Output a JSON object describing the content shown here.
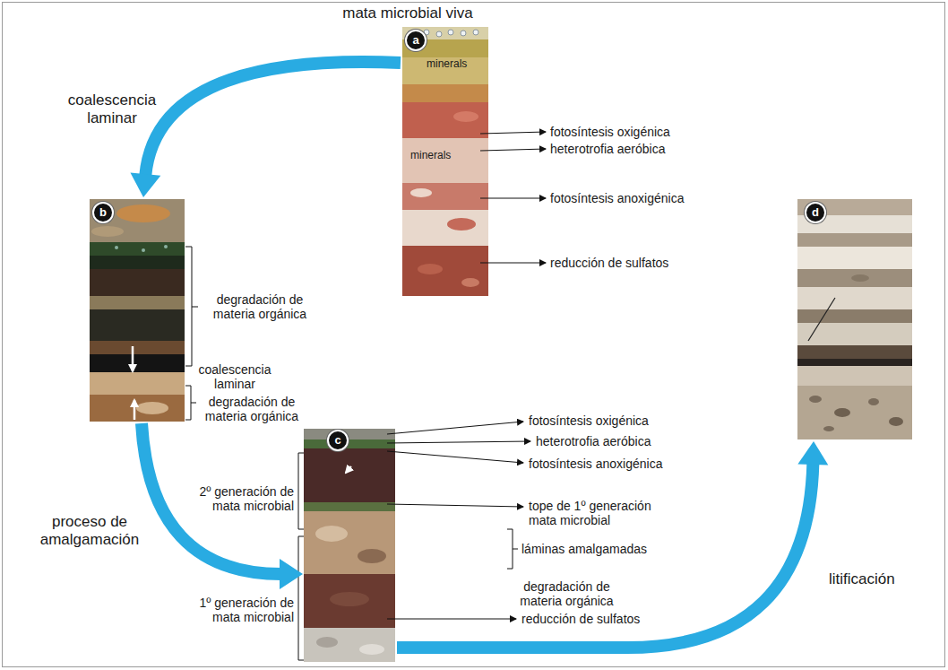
{
  "diagram": {
    "nodes": [
      {
        "text": [
          "a"
        ]
      },
      {
        "text": [
          "b"
        ]
      },
      {
        "text": [
          "c"
        ]
      },
      {
        "text": [
          "d"
        ]
      }
    ],
    "edges": [
      {
        "from": 0,
        "to": 1,
        "arrow": "to",
        "label": "coalescencia laminar"
      },
      {
        "from": 1,
        "to": 2,
        "arrow": "to",
        "label": "proceso de amalgamación"
      },
      {
        "from": 2,
        "to": 3,
        "arrow": "to",
        "label": "litificación"
      }
    ],
    "labels": [
      "mata microbial viva",
      "fotosíntesis oxigénica",
      "heterotrofia aeróbica",
      "fotosíntesis anoxigénica",
      "reducción de sulfatos",
      "minerals",
      "minerals",
      "degradación de materia orgánica",
      "coalescencia laminar",
      "degradación de materia orgánica",
      "2º generación de mata microbial",
      "1º generación de mata microbial",
      "fotosíntesis oxigénica",
      "heterotrofia aeróbica",
      "fotosíntesis anoxigénica",
      "tope de 1º generación mata microbial",
      "láminas amalgamadas",
      "degradación de materia orgánica",
      "reducción de sulfatos"
    ]
  }
}
